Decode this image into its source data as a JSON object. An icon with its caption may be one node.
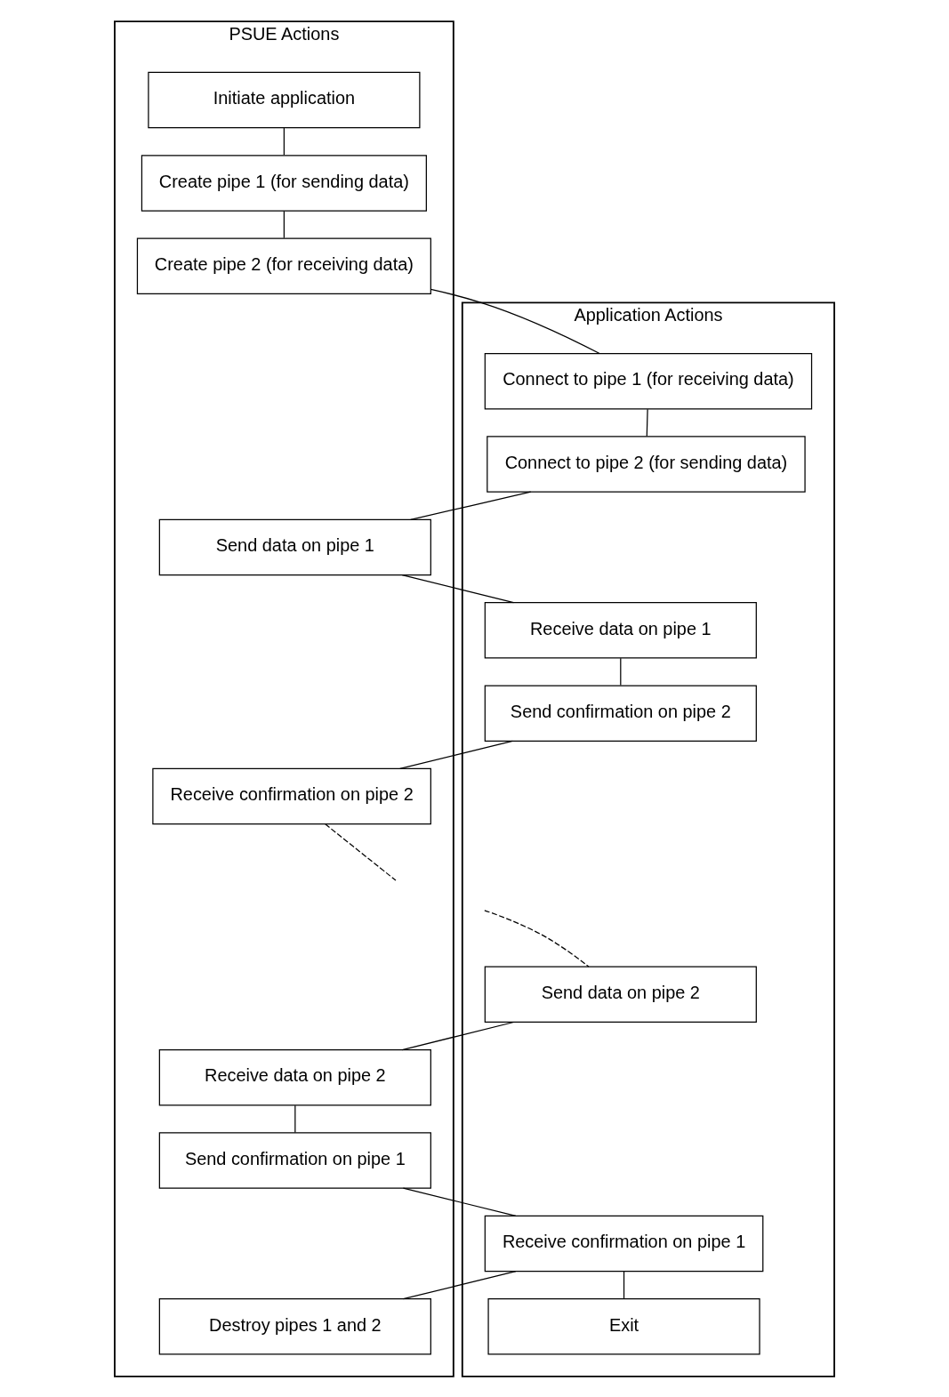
{
  "diagram": {
    "nodes": [
      {
        "text": [
          "PSUE Actions"
        ]
      },
      {
        "text": [
          "Application Actions"
        ]
      },
      {
        "text": [
          "Initiate application"
        ],
        "in": 0
      },
      {
        "text": [
          "Create pipe 1 (for sending data)"
        ],
        "in": 0
      },
      {
        "text": [
          "Create pipe 2 (for receiving data)"
        ],
        "in": 0
      },
      {
        "text": [
          "Connect to pipe 1 (for receiving data)"
        ],
        "in": 1
      },
      {
        "text": [
          "Connect to pipe 2 (for sending data)"
        ],
        "in": 1
      },
      {
        "text": [
          "Send data on pipe 1"
        ],
        "in": 0
      },
      {
        "text": [
          "Receive data on pipe 1"
        ],
        "in": 1
      },
      {
        "text": [
          "Send confirmation on pipe 2"
        ],
        "in": 1
      },
      {
        "text": [
          "Receive confirmation on pipe 2"
        ],
        "in": 0
      },
      {
        "text": [
          "Send data on pipe 2"
        ],
        "in": 1
      },
      {
        "text": [
          "Receive data on pipe 2"
        ],
        "in": 0
      },
      {
        "text": [
          "Send confirmation on pipe 1"
        ],
        "in": 0
      },
      {
        "text": [
          "Receive confirmation on pipe 1"
        ],
        "in": 1
      },
      {
        "text": [
          "Destroy pipes 1 and 2"
        ],
        "in": 0
      },
      {
        "text": [
          "Exit"
        ],
        "in": 1
      }
    ],
    "edges": [
      {
        "from": 2,
        "to": 3,
        "arrow": "none"
      },
      {
        "from": 3,
        "to": 4,
        "arrow": "none"
      },
      {
        "from": 4,
        "to": 5,
        "arrow": "none"
      },
      {
        "from": 5,
        "to": 6,
        "arrow": "none"
      },
      {
        "from": 6,
        "to": 7,
        "arrow": "none"
      },
      {
        "from": 7,
        "to": 8,
        "arrow": "none"
      },
      {
        "from": 8,
        "to": 9,
        "arrow": "none"
      },
      {
        "from": 9,
        "to": 10,
        "arrow": "none"
      },
      {
        "from": 10,
        "to": null,
        "arrow": "none",
        "style": "dashed"
      },
      {
        "from": null,
        "to": 11,
        "arrow": "none",
        "style": "dashed"
      },
      {
        "from": 11,
        "to": 12,
        "arrow": "none"
      },
      {
        "from": 12,
        "to": 13,
        "arrow": "none"
      },
      {
        "from": 13,
        "to": 14,
        "arrow": "none"
      },
      {
        "from": 14,
        "to": 15,
        "arrow": "none"
      },
      {
        "from": 14,
        "to": 16,
        "arrow": "none"
      }
    ]
  }
}
